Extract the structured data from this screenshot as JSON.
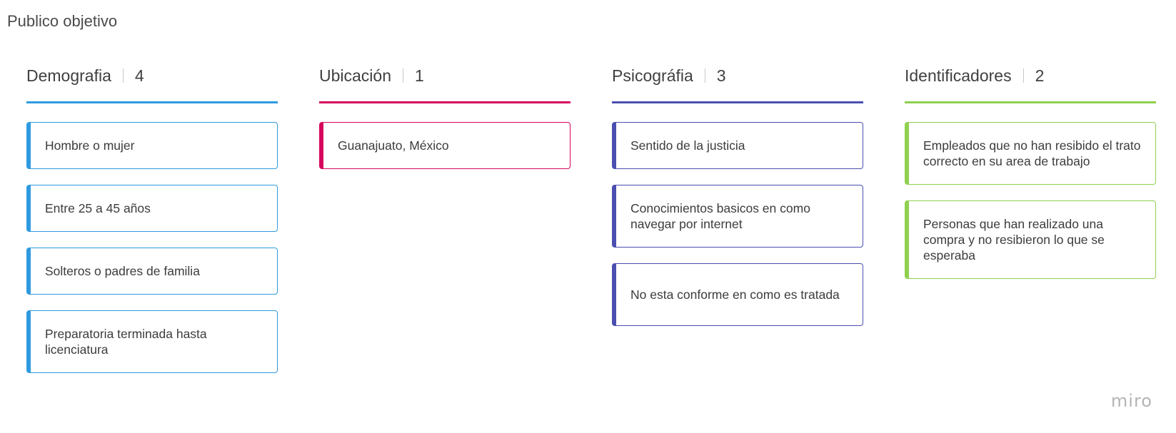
{
  "board": {
    "title": "Publico objetivo"
  },
  "columns": [
    {
      "name": "Demografia",
      "count": "4",
      "color": "#2f9ae0",
      "cards": [
        "Hombre o mujer",
        "Entre 25 a 45 años",
        "Solteros o padres de familia",
        "Preparatoria terminada hasta licenciatura"
      ]
    },
    {
      "name": "Ubicación",
      "count": "1",
      "color": "#d6065f",
      "cards": [
        "Guanajuato, México"
      ]
    },
    {
      "name": "Psicográfia",
      "count": "3",
      "color": "#4a4fb0",
      "cards": [
        "Sentido de la justicia",
        "Conocimientos basicos en como navegar por internet",
        "No esta conforme en como es tratada"
      ]
    },
    {
      "name": "Identificadores",
      "count": "2",
      "color": "#8fd14f",
      "cards": [
        "Empleados que no han resibido el trato correcto en su area de trabajo",
        "Personas que han realizado una compra y no resibieron lo que se esperaba"
      ]
    }
  ],
  "logo": {
    "text": "miro"
  }
}
